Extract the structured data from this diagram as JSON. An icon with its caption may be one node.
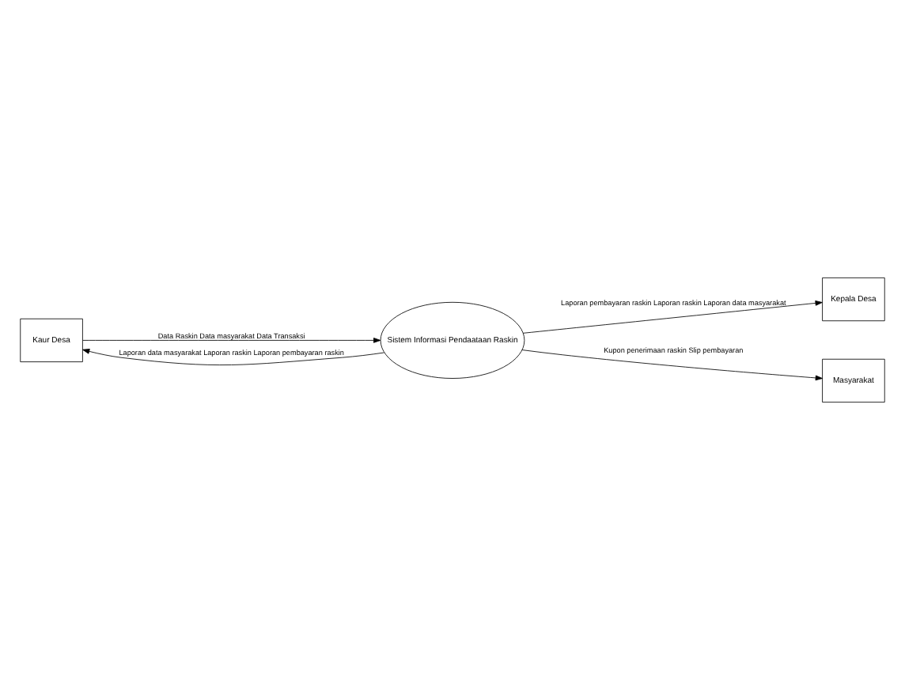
{
  "diagram": {
    "nodes": [
      {
        "text": [
          "Kaur Desa"
        ]
      },
      {
        "text": [
          "Kepala Desa"
        ]
      },
      {
        "text": [
          "Masyarakat"
        ]
      },
      {
        "text": [
          "Sistem Informasi Pendaataan Raskin"
        ]
      }
    ],
    "edges": [
      {
        "from": 0,
        "to": 3,
        "arrow": "to",
        "label": "Data Raskin Data masyarakat Data Transaksi"
      },
      {
        "from": 3,
        "to": 0,
        "arrow": "to",
        "label": "Laporan data masyarakat Laporan raskin Laporan pembayaran raskin"
      },
      {
        "from": 3,
        "to": 1,
        "arrow": "to",
        "label": "Laporan pembayaran raskin Laporan raskin Laporan data masyarakat"
      },
      {
        "from": 3,
        "to": 2,
        "arrow": "to",
        "label": "Kupon penerimaan raskin Slip pembayaran"
      }
    ]
  }
}
